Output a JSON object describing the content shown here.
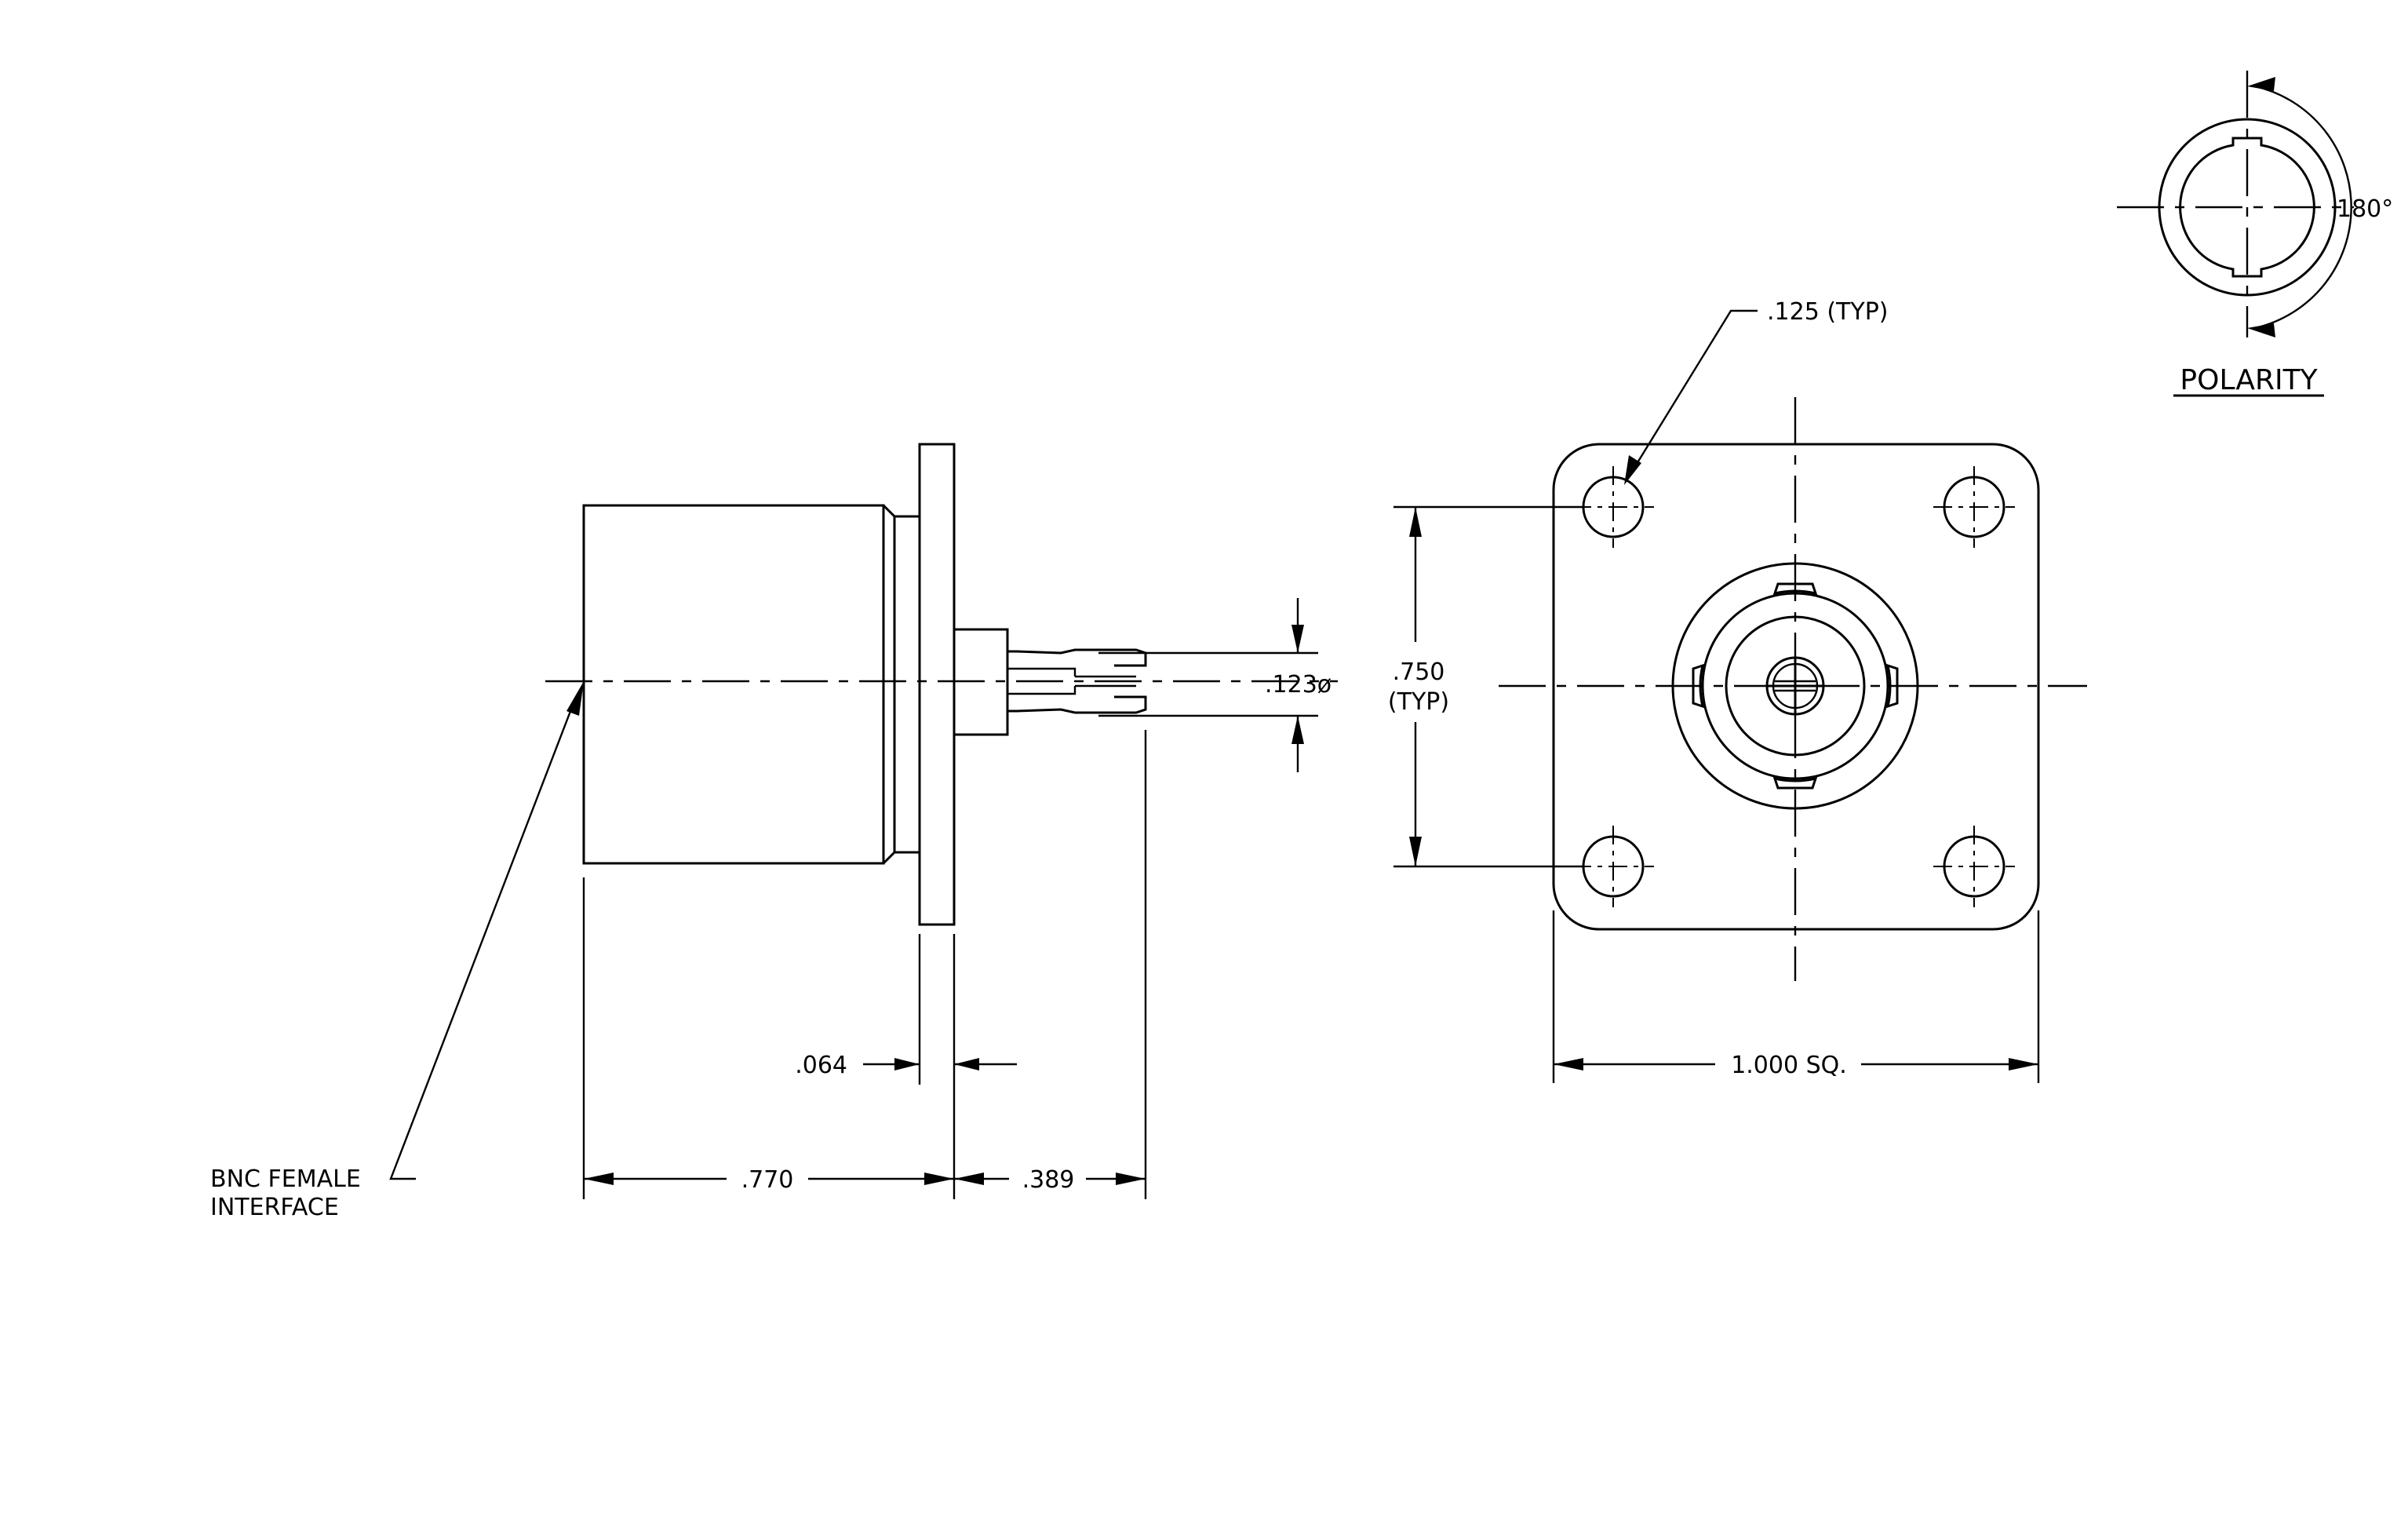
{
  "labels": {
    "side_length": ".770",
    "flange_thickness": ".064",
    "pin_length": ".389",
    "pin_diameter": ".123ø",
    "hole_spacing_value": ".750",
    "hole_spacing_note": "(TYP)",
    "hole_diameter": ".125 (TYP)",
    "flange_square": "1.000 SQ.",
    "interface_line1": "BNC FEMALE",
    "interface_line2": "INTERFACE",
    "polarity_title": "POLARITY",
    "polarity_angle": "180°"
  }
}
